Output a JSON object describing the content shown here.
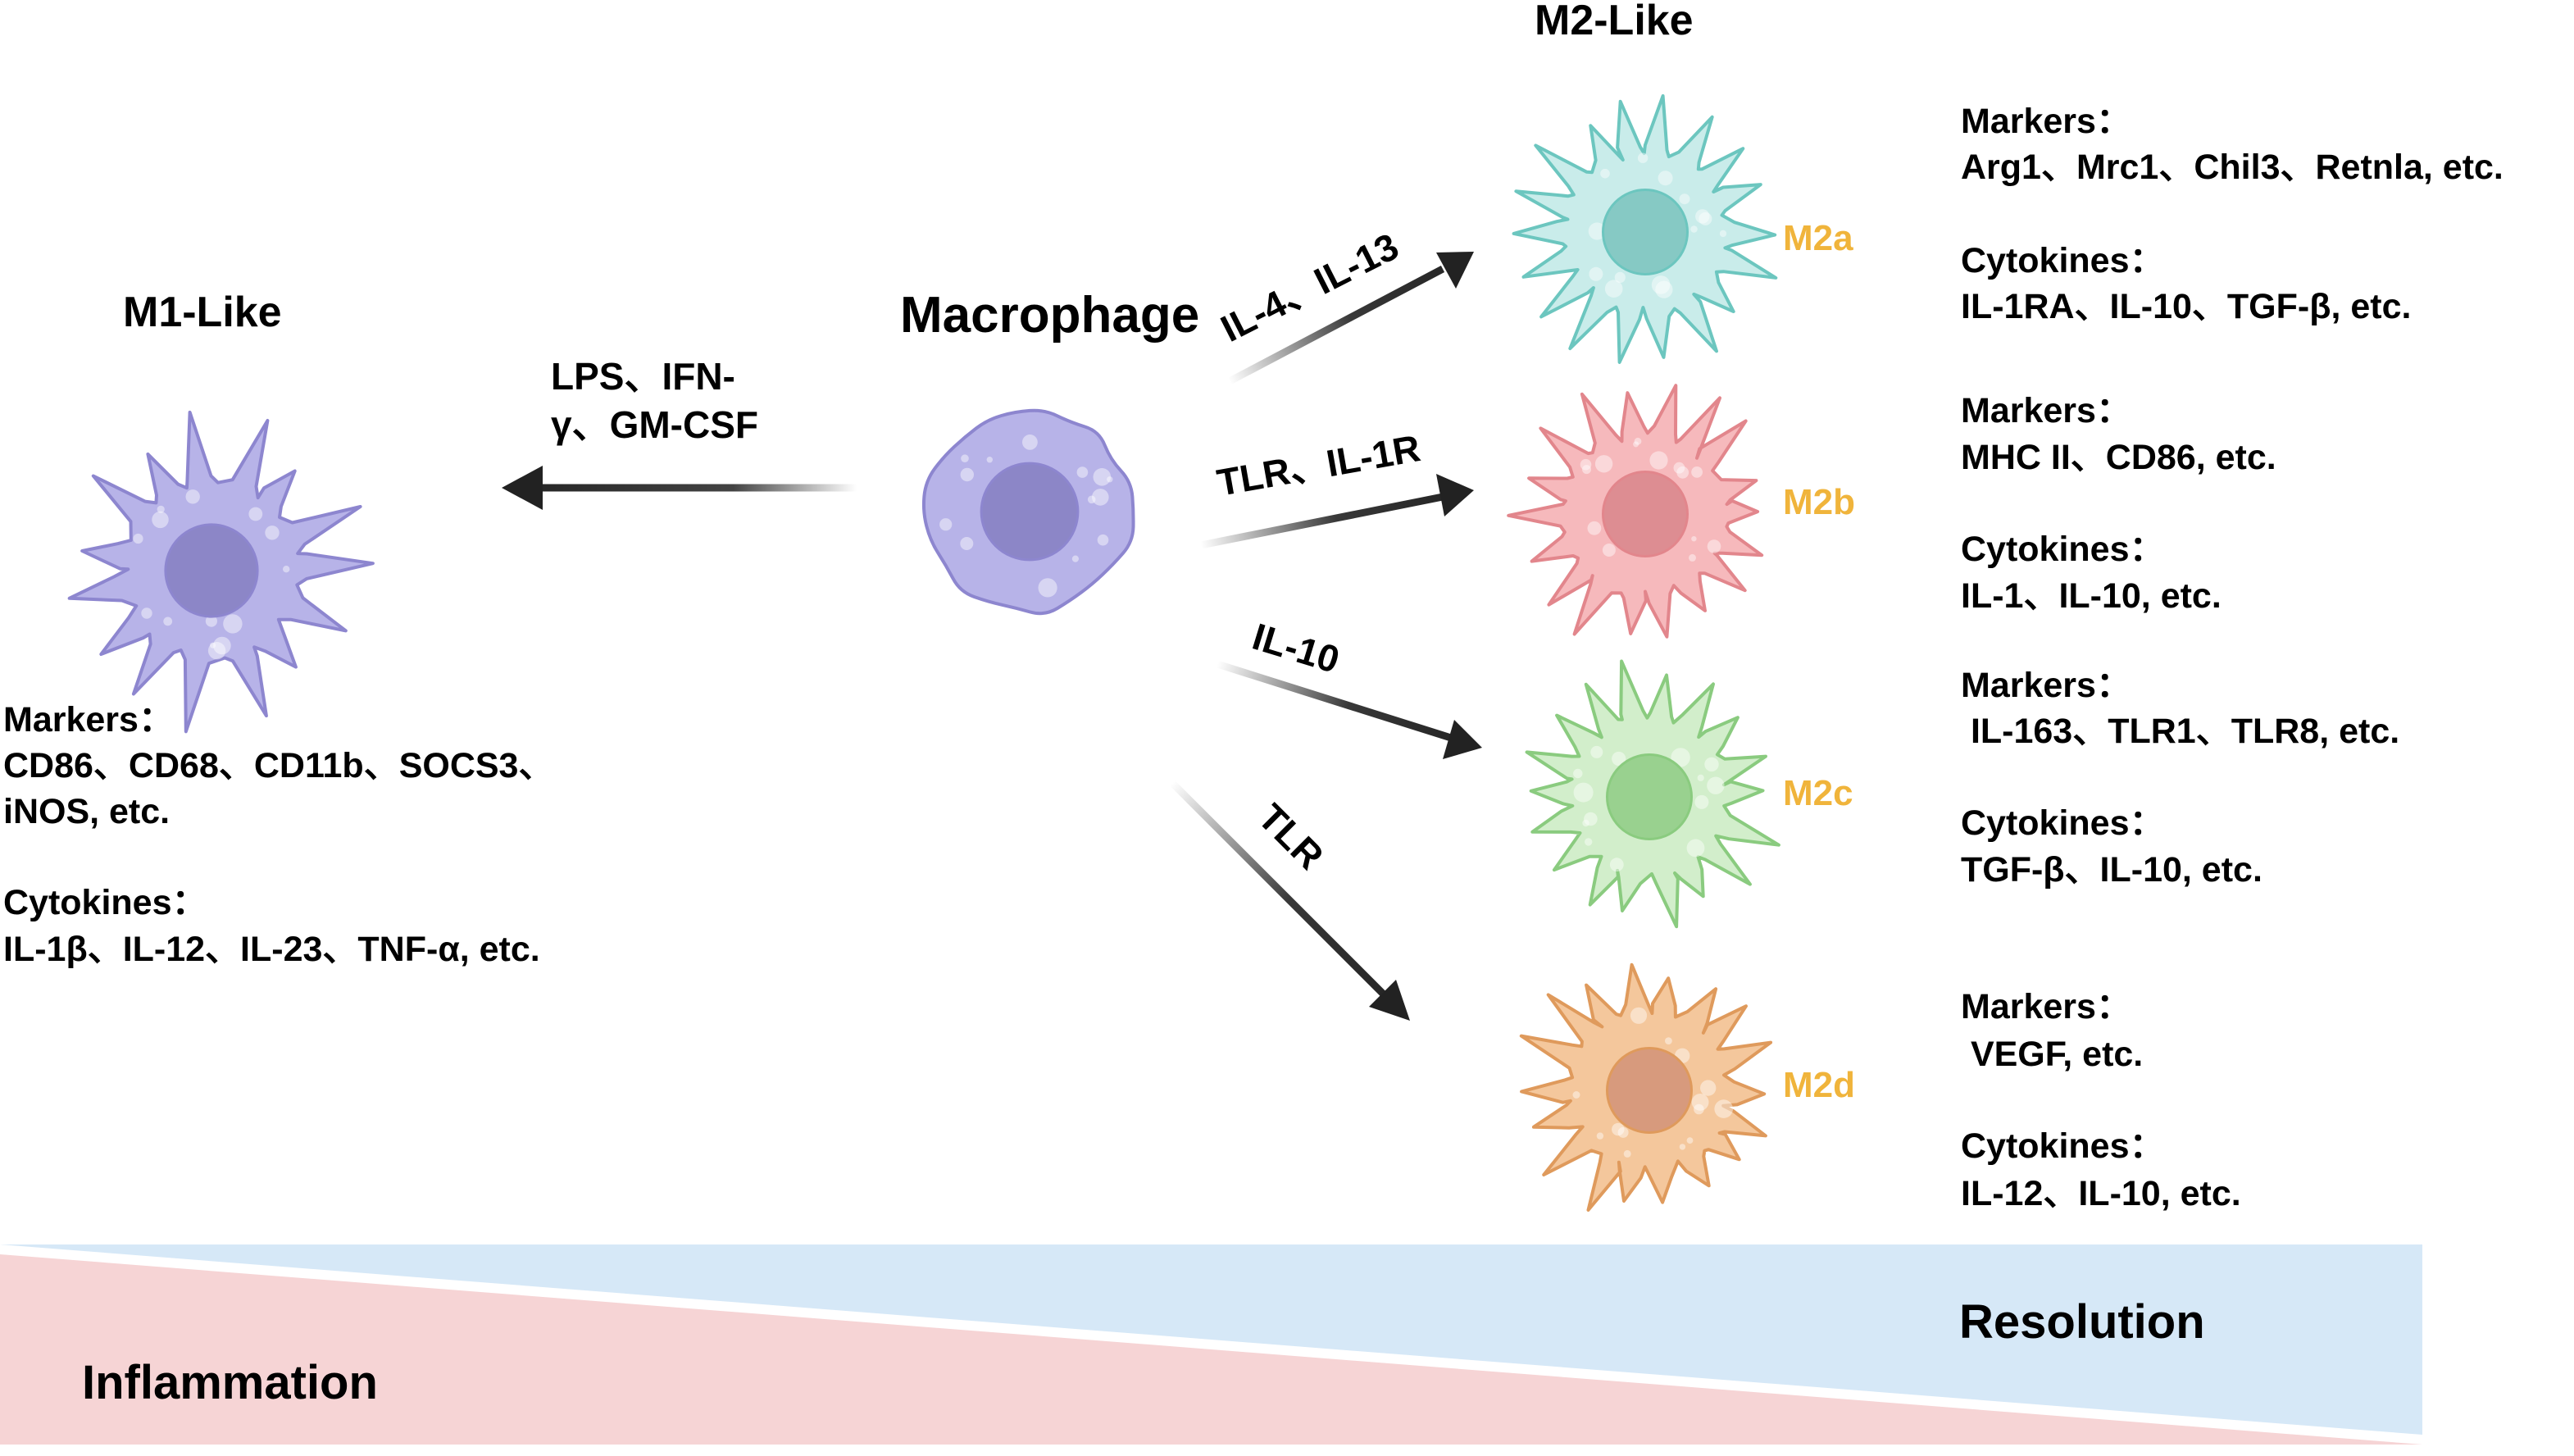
{
  "colors": {
    "m0_fill": "#b7b3e8",
    "m0_stroke": "#8d86cf",
    "m0_nucleus": "#8c86c7",
    "m2a_fill": "#c9ecea",
    "m2a_stroke": "#6cc6bf",
    "m2a_nucleus": "#86c9c4",
    "m2b_fill": "#f6b9bc",
    "m2b_stroke": "#e2868c",
    "m2b_nucleus": "#dd8d92",
    "m2c_fill": "#d2eecb",
    "m2c_stroke": "#8acb7f",
    "m2c_nucleus": "#99d18f",
    "m2d_fill": "#f4c79c",
    "m2d_stroke": "#df9a5c",
    "m2d_nucleus": "#d79a7d",
    "subtype_label": "#f0b43b",
    "inflammation_band": "#f6d4d5",
    "resolution_band": "#d6e8f7"
  },
  "diagram": {
    "macrophage_title": "Macrophage",
    "m1": {
      "title": "M1-Like",
      "stimulus_line1": "LPS、IFN-",
      "stimulus_line2": "γ、GM-CSF",
      "markers_heading": "Markers：",
      "markers_line1": "CD86、CD68、CD11b、SOCS3、",
      "markers_line2": "iNOS, etc.",
      "cytokines_heading": "Cytokines：",
      "cytokines_line1": "IL-1β、IL-12、IL-23、TNF-α, etc."
    },
    "m2": {
      "title": "M2-Like",
      "subtypes": [
        {
          "label": "M2a",
          "stimulus": "IL-4、IL-13",
          "markers_heading": "Markers：",
          "markers": "Arg1、Mrc1、Chil3、Retnla, etc.",
          "cytokines_heading": "Cytokines：",
          "cytokines": "IL-1RA、IL-10、TGF-β, etc."
        },
        {
          "label": "M2b",
          "stimulus": "TLR、IL-1R",
          "markers_heading": "Markers：",
          "markers": "MHC II、CD86, etc.",
          "cytokines_heading": "Cytokines：",
          "cytokines": "IL-1、IL-10, etc."
        },
        {
          "label": "M2c",
          "stimulus": "IL-10",
          "markers_heading": "Markers：",
          "markers": " IL-163、TLR1、TLR8, etc.",
          "cytokines_heading": "Cytokines：",
          "cytokines": "TGF-β、IL-10, etc."
        },
        {
          "label": "M2d",
          "stimulus": "TLR",
          "markers_heading": "Markers：",
          "markers": " VEGF, etc.",
          "cytokines_heading": "Cytokines：",
          "cytokines": "IL-12、IL-10, etc."
        }
      ]
    },
    "gradient": {
      "inflammation": "Inflammation",
      "resolution": "Resolution"
    }
  }
}
